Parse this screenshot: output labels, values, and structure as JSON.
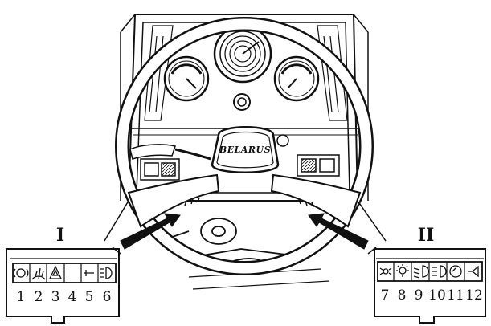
{
  "brand": "BELARUS",
  "panels": [
    {
      "id": "left",
      "roman": "I",
      "numbers": [
        "1",
        "2",
        "3",
        "4",
        "5",
        "6"
      ],
      "icons": [
        "lamp-icon",
        "wiper-icon",
        "hazard-warning-icon",
        "empty-slot",
        "beacon-icon",
        "headlight-icon"
      ]
    },
    {
      "id": "right",
      "roman": "II",
      "numbers": [
        "7",
        "8",
        "9",
        "10",
        "11",
        "12"
      ],
      "icons": [
        "parking-light-icon",
        "work-light-icon",
        "low-beam-icon",
        "high-beam-icon",
        "gauge-light-icon",
        "horn-icon"
      ]
    }
  ],
  "colors": {
    "ink": "#111111",
    "paper": "#ffffff"
  }
}
